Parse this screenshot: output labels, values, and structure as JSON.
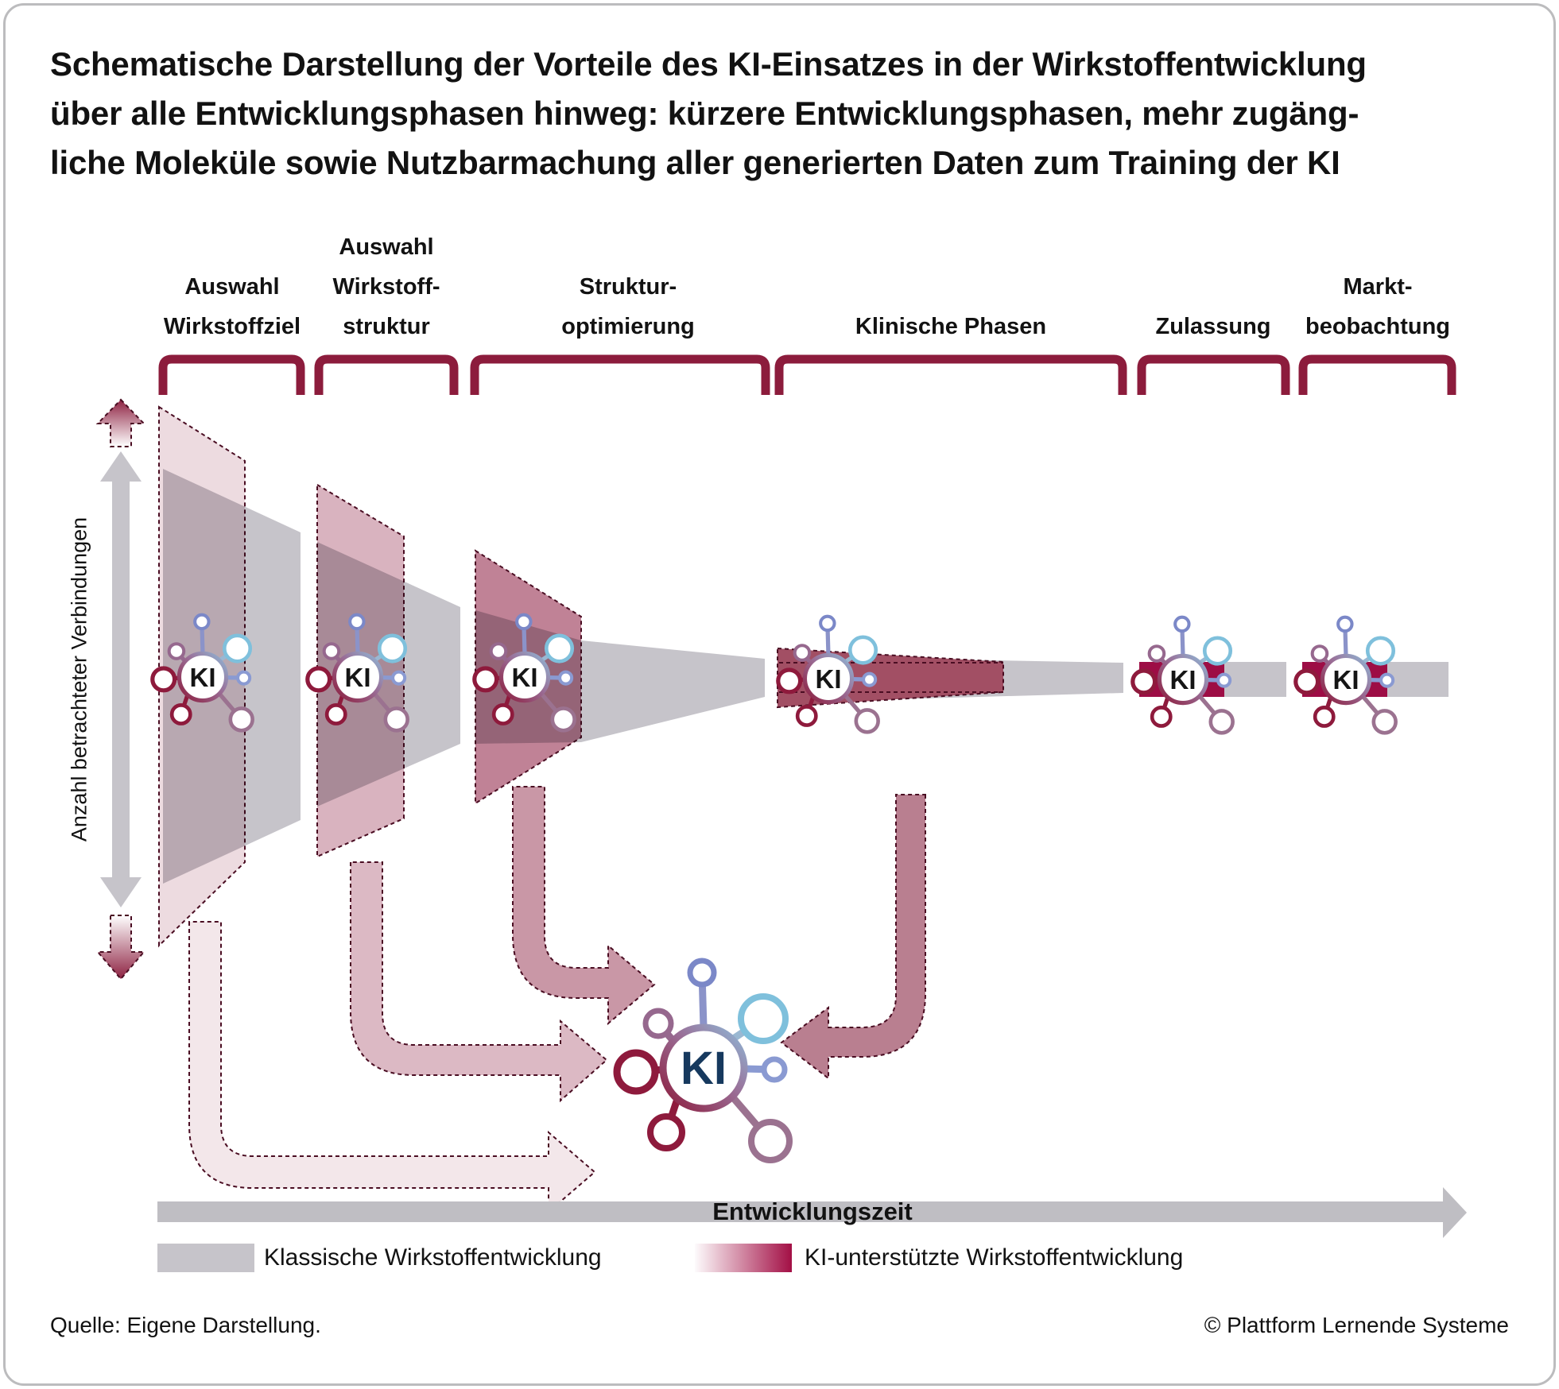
{
  "title": {
    "lines": [
      "Schematische Darstellung der Vorteile des KI-Einsatzes in der Wirkstoffentwicklung",
      "über alle Entwicklungsphasen hinweg: kürzere Entwicklungsphasen, mehr zugäng-",
      "liche Moleküle sowie Nutzbarmachung aller generierten Daten zum Training der KI"
    ]
  },
  "y_axis": {
    "label": "Anzahl betrachteter Verbindungen"
  },
  "phases": [
    {
      "lines": [
        "Auswahl",
        "Wirkstoffziel"
      ]
    },
    {
      "lines": [
        "Auswahl",
        "Wirkstoff-",
        "struktur"
      ]
    },
    {
      "lines": [
        "Struktur-",
        "optimierung"
      ]
    },
    {
      "lines": [
        "Klinische Phasen"
      ]
    },
    {
      "lines": [
        "Zulassung"
      ]
    },
    {
      "lines": [
        "Markt-",
        "beobachtung"
      ]
    }
  ],
  "ki_label": "KI",
  "timeline": {
    "label": "Entwicklungszeit"
  },
  "legend": {
    "classic": "Klassische Wirkstoffentwicklung",
    "ai": "KI-unterstützte Wirkstoffentwicklung"
  },
  "footer": {
    "source": "Quelle: Eigene Darstellung.",
    "copyright": "© Plattform Lernende Systeme"
  },
  "colors": {
    "maroon": "#8c1c3c",
    "magenta": "#9d0d45",
    "funnel_gray": "#c6c4ca",
    "navy": "#16395e",
    "stage1_pink": "#eddbe0",
    "stage2_pink": "#d9b3bf",
    "stage3_rose": "#c08296",
    "clinical_red": "#a24f64"
  }
}
